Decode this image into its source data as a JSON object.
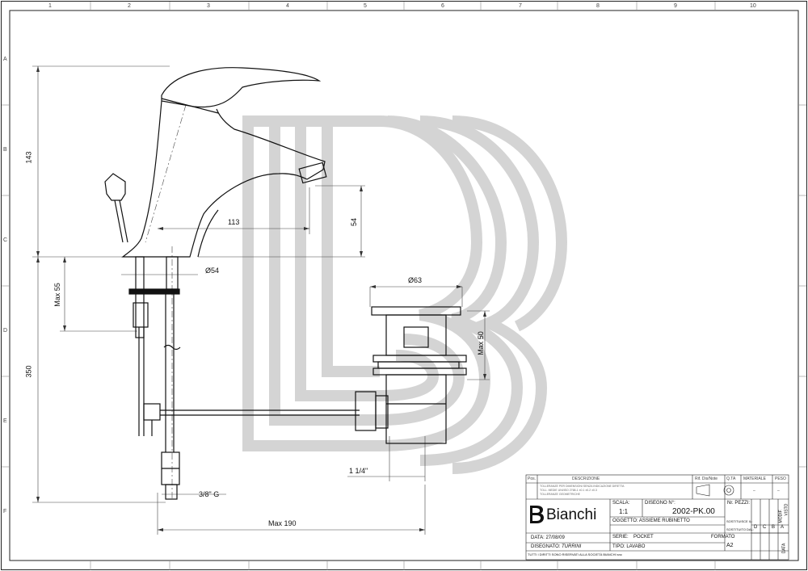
{
  "frame": {
    "columns": [
      "1",
      "2",
      "3",
      "4",
      "5",
      "6",
      "7",
      "8",
      "9",
      "10"
    ],
    "rows": [
      "A",
      "B",
      "C",
      "D",
      "E",
      "F"
    ]
  },
  "dimensions": {
    "h143": "143",
    "h350": "350",
    "max55": "Max 55",
    "d113": "113",
    "d54": "54",
    "phi54": "Ø54",
    "phi63": "Ø63",
    "max50": "Max 50",
    "g38": "3/8\" G",
    "g114": "1 1/4\"",
    "max190": "Max 190"
  },
  "title_block": {
    "header": {
      "pos": "Pos.",
      "descrizione": "DESCRIZIONE",
      "rif": "Rif. Dis/Note",
      "qta": "Q.TA",
      "materiale": "MATERIALE",
      "peso": "PESO"
    },
    "notes": [
      "TOLLERANZE PER DIMENSIONI SENZA INDICAZIONE DIRETTA",
      "TOLL. MEDIE  UNI/ISO  2768-1  ±0.1  ±0.2  ±0.3",
      "TOLLERANZE GEOMETRICHE"
    ],
    "dash1": "–",
    "dash2": "–",
    "brand": "Bianchi",
    "scala_label": "SCALA:",
    "scala_value": "1:1",
    "disegno_label": "DISEGNO N°:",
    "disegno_value": "2002-PK.00",
    "pezzi_label": "Nr. PEZZI:",
    "oggetto": "OGGETTO: ASSIEME RUBINETTO",
    "sostituisce": "SOSTITUISCE IL:",
    "sostituito": "SOSTITUITO DAL:",
    "data": "DATA: 27/08/09",
    "serie_label": "SERIE:",
    "serie_value": "POCKET",
    "formato_label": "FORMATO",
    "formato_value": "A2",
    "disegnato_label": "DISEGNATO:",
    "disegnato_value": "TURRINI",
    "tipo": "TIPO: LAVABO",
    "diritti": "TUTTI I DIRITTI SONO RISERVATI ALLA SOCIETÀ BIANCHI snc",
    "rev_letters": [
      "D",
      "C",
      "B",
      "A"
    ],
    "rev_headers": [
      "MODIF.",
      "VISTO",
      "DATA"
    ]
  }
}
